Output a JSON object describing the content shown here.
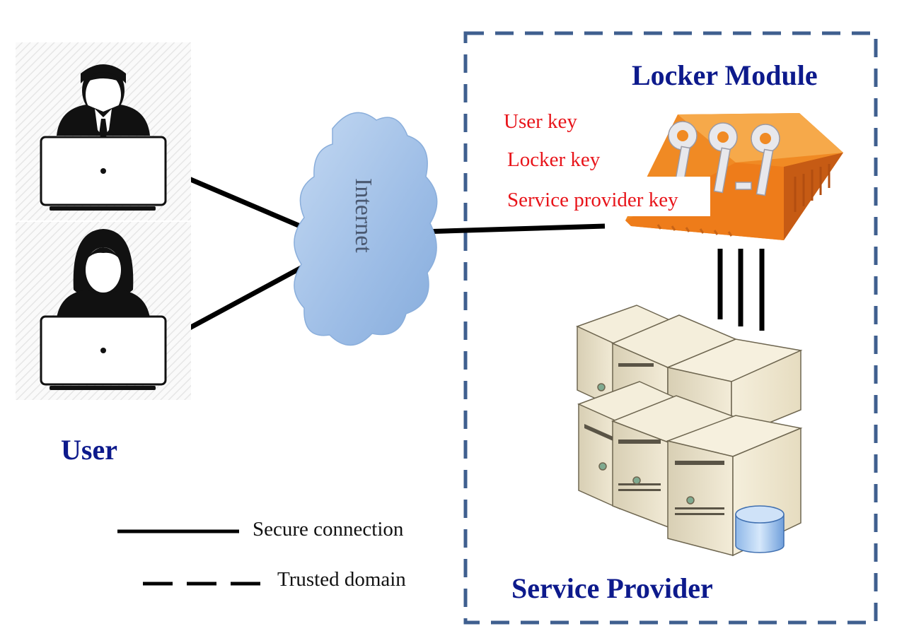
{
  "labels": {
    "locker_module": "Locker Module",
    "service_provider": "Service Provider",
    "user": "User",
    "internet": "Internet"
  },
  "keys": {
    "user_key": "User key",
    "locker_key": "Locker key",
    "service_provider_key": "Service provider key"
  },
  "legend": {
    "secure_connection": "Secure connection",
    "trusted_domain": "Trusted domain"
  },
  "colors": {
    "title_blue": "#0d1a8c",
    "key_red": "#e8141a",
    "trusted_border": "#3f5f8f",
    "cloud": "#9dbde6",
    "locker_orange": "#f08a24",
    "server_beige": "#ede4cc"
  },
  "icons": {
    "users": [
      "male-user-laptop-icon",
      "female-user-laptop-icon"
    ],
    "cloud": "internet-cloud-icon",
    "locker": "locker-box-keys-icon",
    "servers": "server-cluster-icon",
    "database": "database-cylinder-icon"
  }
}
